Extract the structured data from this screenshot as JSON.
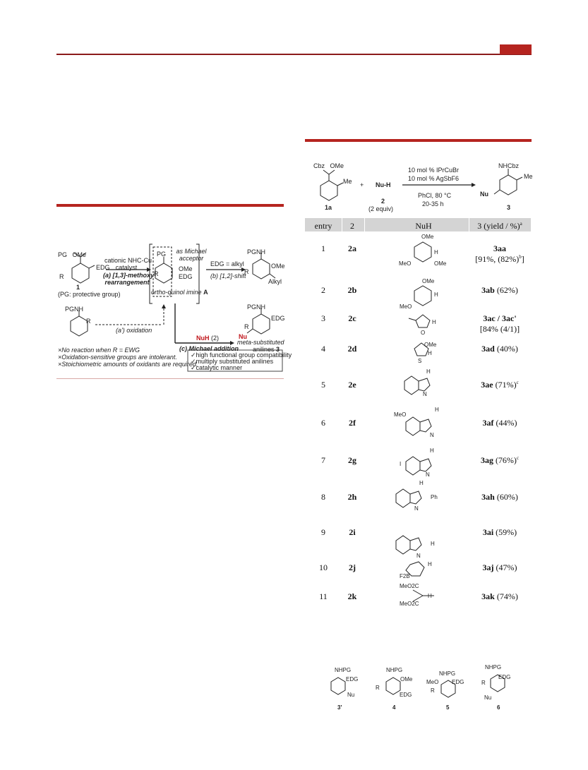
{
  "scheme1": {
    "reagent1": "PG",
    "reagent1_sub": "OMe",
    "edg": "EDG",
    "r": "R",
    "compound1": "1",
    "pg_note": "(PG: protective group)",
    "catalyst_line1": "cationic NHC-Cu",
    "catalyst_line2": "catalyst",
    "step_a_line1": "(a) [1,3]-methoxy",
    "step_a_line2": "rearrangement",
    "michael_line1": "as Michael",
    "michael_line2": "acceptor",
    "intermediate_label": "ortho-quinol imine",
    "intermediate_id": "A",
    "edg_alkyl": "EDG = alkyl",
    "step_b": "(b) [1,2]-shift",
    "alkyl": "Alkyl",
    "ome": "OMe",
    "nh": "NH",
    "step_a2": "(a') oxidation",
    "nuh_label": "NuH",
    "nuh_num": "(2)",
    "step_c": "(c) Michael addition",
    "nu": "Nu",
    "product_line1": "meta-substituted",
    "product_line2": "anilines",
    "product_id": "3",
    "drawbacks": [
      "×No reaction when R = EWG",
      "×Oxidation-sensitive groups are intolerant.",
      "×Stoichiometric amounts of oxidants are required."
    ],
    "advantages": [
      "✓high functional group compatibility",
      "✓multiply substituted anilines",
      "✓catalytic manner"
    ]
  },
  "scheme2": {
    "cbz": "Cbz",
    "ome": "OMe",
    "me": "Me",
    "sub_id": "1a",
    "plus": "+",
    "nuh": "Nu-H",
    "nuh_id": "2",
    "nuh_equiv": "(2 equiv)",
    "cond1": "10 mol % IPrCuBr",
    "cond2": "10 mol % AgSbF6",
    "cond3": "PhCl, 80 °C",
    "cond4": "20-35 h",
    "prod_nhcbz": "NHCbz",
    "prod_nu": "Nu",
    "prod_id": "3"
  },
  "table": {
    "headers": [
      "entry",
      "2",
      "NuH",
      "3 (yield / %)"
    ],
    "header_sup": "a",
    "rows": [
      {
        "entry": "1",
        "nuh": "2a",
        "product": "3aa",
        "yield": "[91%, (82%)",
        "sup": "b",
        "tail": "]"
      },
      {
        "entry": "2",
        "nuh": "2b",
        "product": "3ab",
        "yield": "(62%)",
        "sup": "",
        "tail": ""
      },
      {
        "entry": "3",
        "nuh": "2c",
        "product": "3ac / 3ac'",
        "yield": "[84% (4/1)]",
        "sup": "",
        "tail": ""
      },
      {
        "entry": "4",
        "nuh": "2d",
        "product": "3ad",
        "yield": "(40%)",
        "sup": "",
        "tail": ""
      },
      {
        "entry": "5",
        "nuh": "2e",
        "product": "3ae",
        "yield": "(71%)",
        "sup": "c",
        "tail": ""
      },
      {
        "entry": "6",
        "nuh": "2f",
        "product": "3af",
        "yield": "(44%)",
        "sup": "",
        "tail": ""
      },
      {
        "entry": "7",
        "nuh": "2g",
        "product": "3ag",
        "yield": "(76%)",
        "sup": "c",
        "tail": ""
      },
      {
        "entry": "8",
        "nuh": "2h",
        "product": "3ah",
        "yield": "(60%)",
        "sup": "",
        "tail": ""
      },
      {
        "entry": "9",
        "nuh": "2i",
        "product": "3ai",
        "yield": "(59%)",
        "sup": "",
        "tail": ""
      },
      {
        "entry": "10",
        "nuh": "2j",
        "product": "3aj",
        "yield": "(47%)",
        "sup": "",
        "tail": ""
      },
      {
        "entry": "11",
        "nuh": "2k",
        "product": "3ak",
        "yield": "(74%)",
        "sup": "",
        "tail": ""
      }
    ],
    "labels": {
      "ome": "OMe",
      "meo": "MeO",
      "h": "H",
      "o": "O",
      "s": "S",
      "n": "N",
      "i": "I",
      "ph": "Ph",
      "f2b": "F2B",
      "meo2c": "MeO2C"
    }
  },
  "bottom": {
    "nhpg": "NHPG",
    "edg": "EDG",
    "nu": "Nu",
    "ome": "OMe",
    "meo": "MeO",
    "r": "R",
    "ids": [
      "3'",
      "4",
      "5",
      "6"
    ]
  }
}
